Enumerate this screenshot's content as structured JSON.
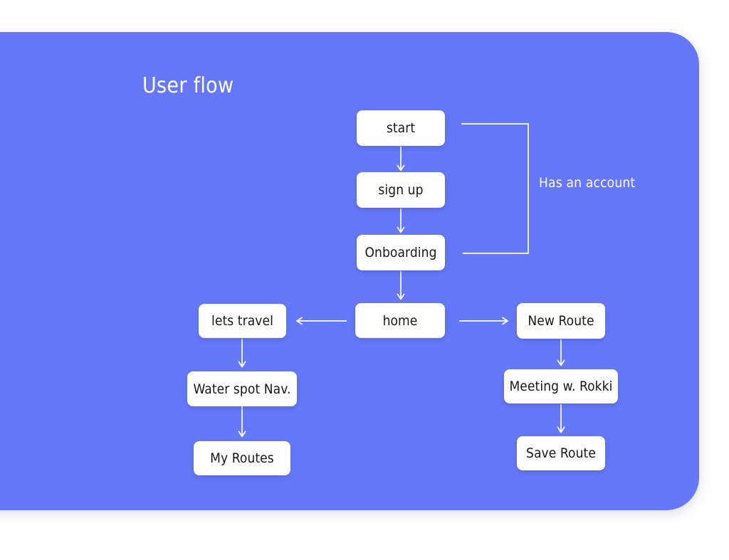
{
  "panel": {
    "background_color": "#6678fa",
    "title": "User flow"
  },
  "diagram": {
    "type": "flowchart",
    "node_fill_color": "#ffffff",
    "node_text_color": "#17171b",
    "connector_color": "#ffffff",
    "nodes": [
      {
        "id": "start",
        "label": "start"
      },
      {
        "id": "sign-up",
        "label": "sign up"
      },
      {
        "id": "onboarding",
        "label": "Onboarding"
      },
      {
        "id": "home",
        "label": "home"
      },
      {
        "id": "lets-travel",
        "label": "lets travel"
      },
      {
        "id": "water-spot-nav",
        "label": "Water spot Nav."
      },
      {
        "id": "my-routes",
        "label": "My Routes"
      },
      {
        "id": "new-route",
        "label": "New Route"
      },
      {
        "id": "meeting-rokki",
        "label": "Meeting w. Rokki"
      },
      {
        "id": "save-route",
        "label": "Save Route"
      }
    ],
    "edges": [
      {
        "from": "start",
        "to": "sign-up",
        "label": "",
        "direction": "down"
      },
      {
        "from": "sign-up",
        "to": "onboarding",
        "label": "",
        "direction": "down"
      },
      {
        "from": "start",
        "to": "onboarding",
        "label": "Has an account",
        "direction": "bracket-right"
      },
      {
        "from": "onboarding",
        "to": "home",
        "label": "",
        "direction": "down"
      },
      {
        "from": "home",
        "to": "lets-travel",
        "label": "",
        "direction": "left"
      },
      {
        "from": "home",
        "to": "new-route",
        "label": "",
        "direction": "right"
      },
      {
        "from": "lets-travel",
        "to": "water-spot-nav",
        "label": "",
        "direction": "down"
      },
      {
        "from": "water-spot-nav",
        "to": "my-routes",
        "label": "",
        "direction": "down"
      },
      {
        "from": "new-route",
        "to": "meeting-rokki",
        "label": "",
        "direction": "down"
      },
      {
        "from": "meeting-rokki",
        "to": "save-route",
        "label": "",
        "direction": "down"
      }
    ],
    "edge_labels": {
      "has_an_account": "Has an account"
    }
  }
}
